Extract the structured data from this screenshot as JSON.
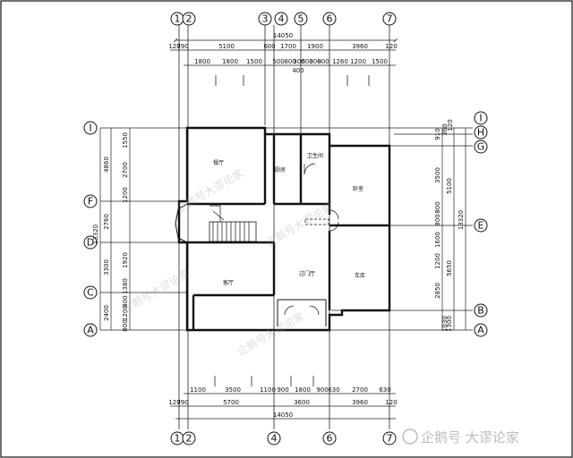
{
  "grid_top": [
    "1",
    "2",
    "3",
    "4",
    "5",
    "6",
    "7"
  ],
  "grid_bottom": [
    "1",
    "2",
    "4",
    "6",
    "7"
  ],
  "grid_left": [
    "I",
    "F",
    "D",
    "C",
    "A"
  ],
  "grid_right": [
    "I",
    "H",
    "G",
    "E",
    "B",
    "A"
  ],
  "top_total": "14050",
  "top_row1": [
    "120",
    "790",
    "5100",
    "600",
    "1700",
    "1900",
    "3960",
    "120"
  ],
  "top_row2": [
    "1800",
    "1800",
    "1500",
    "500",
    "800",
    "300",
    "600",
    "300",
    "800",
    "1260",
    "1200",
    "1500"
  ],
  "top_400": "400",
  "bottom_row1": [
    "1100",
    "3500",
    "1100",
    "900",
    "1800",
    "900",
    "630",
    "2700",
    "630"
  ],
  "bottom_row2": [
    "120",
    "790",
    "5700",
    "3600",
    "3960",
    "120"
  ],
  "bottom_total": "14050",
  "left_outer": [
    "4860",
    "13320",
    "2760",
    "3300",
    "2400"
  ],
  "left_inner": [
    "1550",
    "2700",
    "1200",
    "1920",
    "1380",
    "400",
    "1200",
    "800"
  ],
  "right_inner": [
    "910",
    "360",
    "120",
    "3500",
    "800",
    "800",
    "1600",
    "1200",
    "2850"
  ],
  "right_outer": [
    "5100",
    "5650",
    "1030",
    "1300",
    "13320"
  ],
  "rooms": {
    "dining": "餐厅",
    "kitchen": "厨房",
    "bathroom": "卫生间",
    "bedroom": "卧室",
    "living": "客厅",
    "foyer": "过门厅",
    "garage": "车库"
  },
  "watermarks": [
    "企鹅号大谬论家",
    "企鹅号大谬论家",
    "企鹅号大谬论家",
    "企鹅号大谬论家"
  ],
  "logo_text": "企鹅号 大谬论家"
}
